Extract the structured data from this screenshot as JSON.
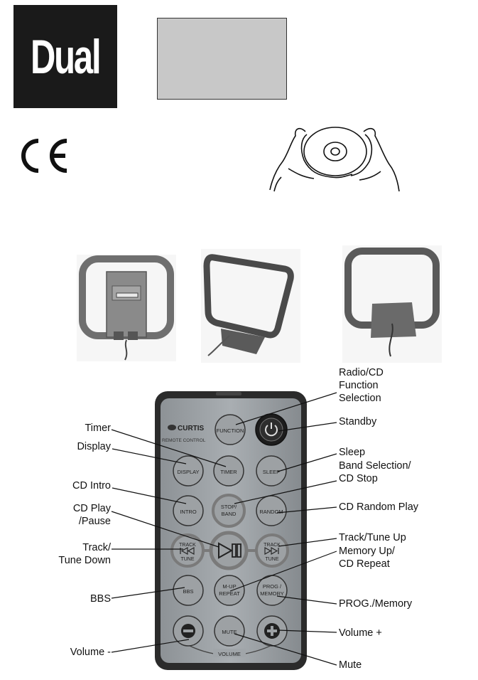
{
  "brand": {
    "logo_text": "Dual"
  },
  "remote": {
    "brand_small": "CURTIS",
    "subtitle": "REMOTE CONTROL",
    "buttons": {
      "function": "FUNCTION",
      "timer": "TIMER",
      "display": "DISPLAY",
      "sleep": "SLEEP",
      "intro": "INTRO",
      "stop_band_1": "STOP/",
      "stop_band_2": "BAND",
      "random": "RANDOM",
      "track_left_1": "TRACK",
      "track_left_2": "TUNE",
      "track_right_1": "TRACK",
      "track_right_2": "TUNE",
      "bbs": "BBS",
      "mup_1": "M-UP",
      "mup_2": "REPEAT",
      "prog_1": "PROG /",
      "prog_2": "MEMORY",
      "mute": "MUTE",
      "volume": "VOLUME"
    }
  },
  "labels": {
    "radio_cd_1": "Radio/CD",
    "radio_cd_2": "Function",
    "radio_cd_3": "Selection",
    "standby": "Standby",
    "timer": "Timer",
    "display": "Display",
    "sleep": "Sleep",
    "band_1": "Band Selection/",
    "band_2": "CD Stop",
    "cd_intro": "CD Intro",
    "cd_random": "CD Random Play",
    "cd_play_1": "CD Play",
    "cd_play_2": "/Pause",
    "track_up": "Track/Tune Up",
    "track_down_1": "Track/",
    "track_down_2": "Tune Down",
    "memory_up_1": "Memory Up/",
    "memory_up_2": "CD Repeat",
    "bbs": "BBS",
    "prog_memory": "PROG./Memory",
    "volume_plus": "Volume +",
    "volume_minus": "Volume -",
    "mute": "Mute"
  }
}
